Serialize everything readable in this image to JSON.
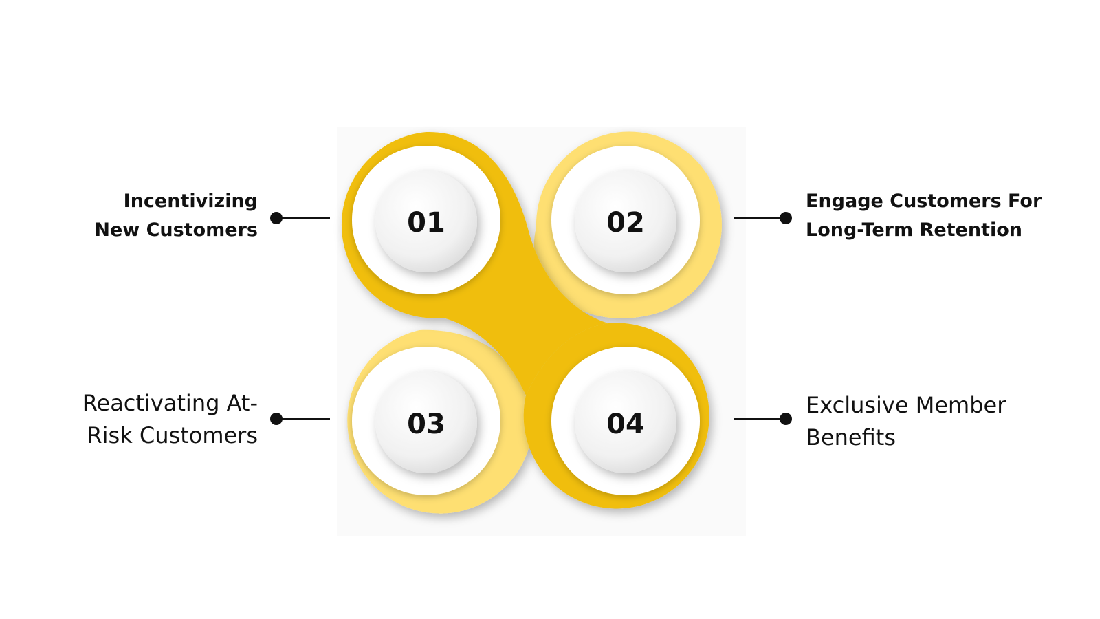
{
  "colors": {
    "petal_dark": "#f0be07",
    "petal_light": "#fedf72",
    "badge_fill": "#f2f2f2",
    "text": "#111111",
    "connector": "#111111"
  },
  "steps": [
    {
      "number": "01",
      "label_lines": [
        "Incentivizing",
        "New Customers"
      ],
      "petal_color": "dark"
    },
    {
      "number": "02",
      "label_lines": [
        "Engage Customers For",
        "Long-Term Retention"
      ],
      "petal_color": "light"
    },
    {
      "number": "03",
      "label_lines": [
        "Reactivating At-",
        "Risk Customers"
      ],
      "petal_color": "light"
    },
    {
      "number": "04",
      "label_lines": [
        "Exclusive Member",
        "Benefits"
      ],
      "petal_color": "dark"
    }
  ]
}
